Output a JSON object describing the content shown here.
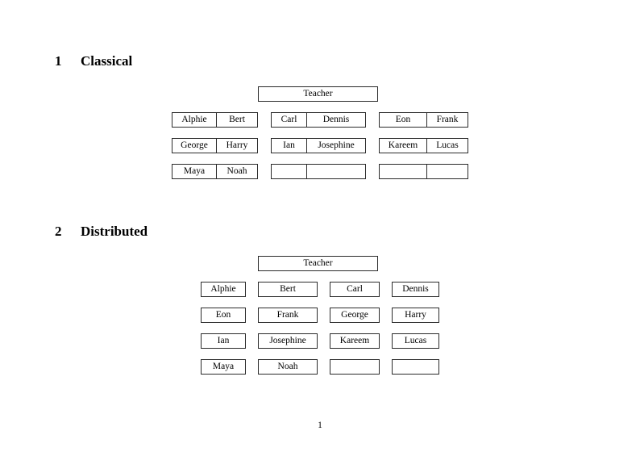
{
  "document": {
    "page_number": "1"
  },
  "sections": [
    {
      "number": "1",
      "title": "Classical",
      "teacher_label": "Teacher",
      "layout": "paired",
      "groups": [
        {
          "name": "group-a",
          "rows": [
            [
              "Alphie",
              "Bert"
            ],
            [
              "George",
              "Harry"
            ],
            [
              "Maya",
              "Noah"
            ]
          ]
        },
        {
          "name": "group-b",
          "rows": [
            [
              "Carl",
              "Dennis"
            ],
            [
              "Ian",
              "Josephine"
            ],
            [
              "",
              ""
            ]
          ]
        },
        {
          "name": "group-c",
          "rows": [
            [
              "Eon",
              "Frank"
            ],
            [
              "Kareem",
              "Lucas"
            ],
            [
              "",
              ""
            ]
          ]
        }
      ]
    },
    {
      "number": "2",
      "title": "Distributed",
      "teacher_label": "Teacher",
      "layout": "grid",
      "grid": [
        [
          "Alphie",
          "Bert",
          "Carl",
          "Dennis"
        ],
        [
          "Eon",
          "Frank",
          "George",
          "Harry"
        ],
        [
          "Ian",
          "Josephine",
          "Kareem",
          "Lucas"
        ],
        [
          "Maya",
          "Noah",
          "",
          ""
        ]
      ]
    }
  ],
  "colors": {
    "page_background": "#ffffff",
    "text": "#000000",
    "box_border": "#2b2b2b"
  }
}
